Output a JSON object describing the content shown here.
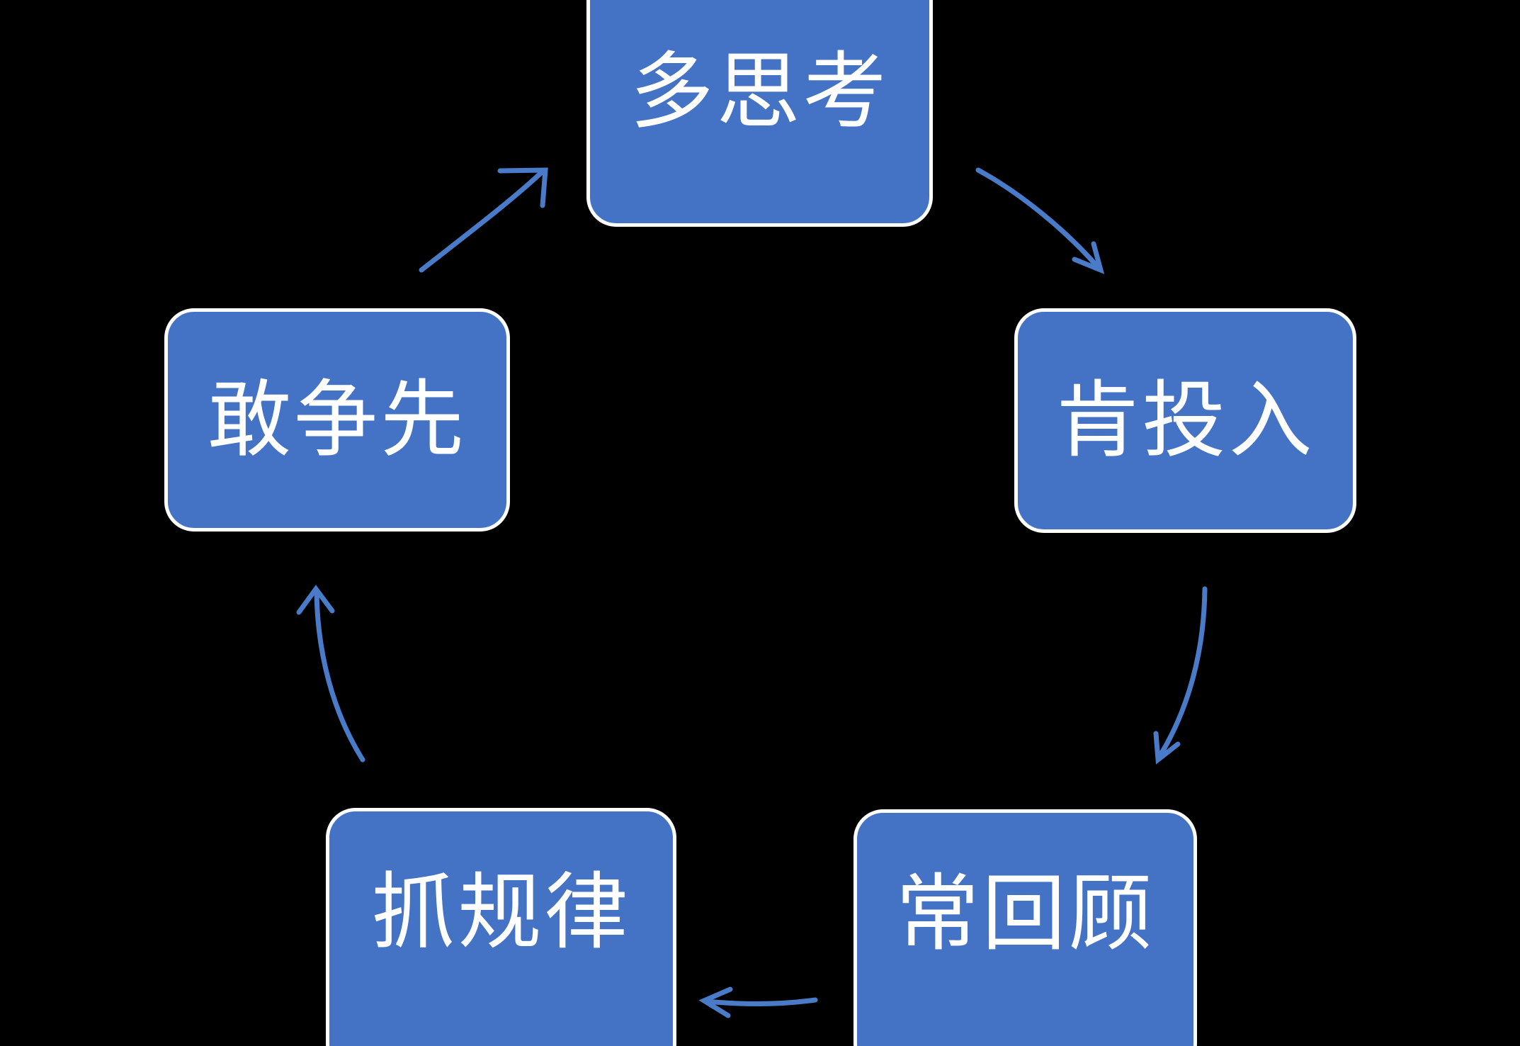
{
  "diagram": {
    "type": "cycle",
    "title": "",
    "background_color": "#000000",
    "node_fill_color": "#4472C4",
    "node_border_color": "#FFFFFF",
    "node_text_color": "#FFFFFF",
    "arrow_color": "#4A7BC8",
    "direction": "clockwise",
    "nodes": [
      {
        "id": "top",
        "label": "多思考",
        "position": "top"
      },
      {
        "id": "right",
        "label": "肯投入",
        "position": "right"
      },
      {
        "id": "bottom-right",
        "label": "常回顾",
        "position": "bottom-right"
      },
      {
        "id": "bottom-left",
        "label": "抓规律",
        "position": "bottom-left"
      },
      {
        "id": "left",
        "label": "敢争先",
        "position": "left"
      }
    ],
    "arrows": [
      {
        "id": "top-to-right",
        "from": "多思考",
        "to": "肯投入",
        "style": "curved",
        "head": "single"
      },
      {
        "id": "right-to-bottom-right",
        "from": "肯投入",
        "to": "常回顾",
        "style": "curved",
        "head": "single"
      },
      {
        "id": "bottom-right-to-bottom-left",
        "from": "常回顾",
        "to": "抓规律",
        "style": "curved",
        "head": "single"
      },
      {
        "id": "bottom-left-to-left",
        "from": "抓规律",
        "to": "敢争先",
        "style": "curved",
        "head": "single"
      },
      {
        "id": "left-to-top",
        "from": "敢争先",
        "to": "多思考",
        "style": "curved",
        "head": "single"
      }
    ]
  }
}
